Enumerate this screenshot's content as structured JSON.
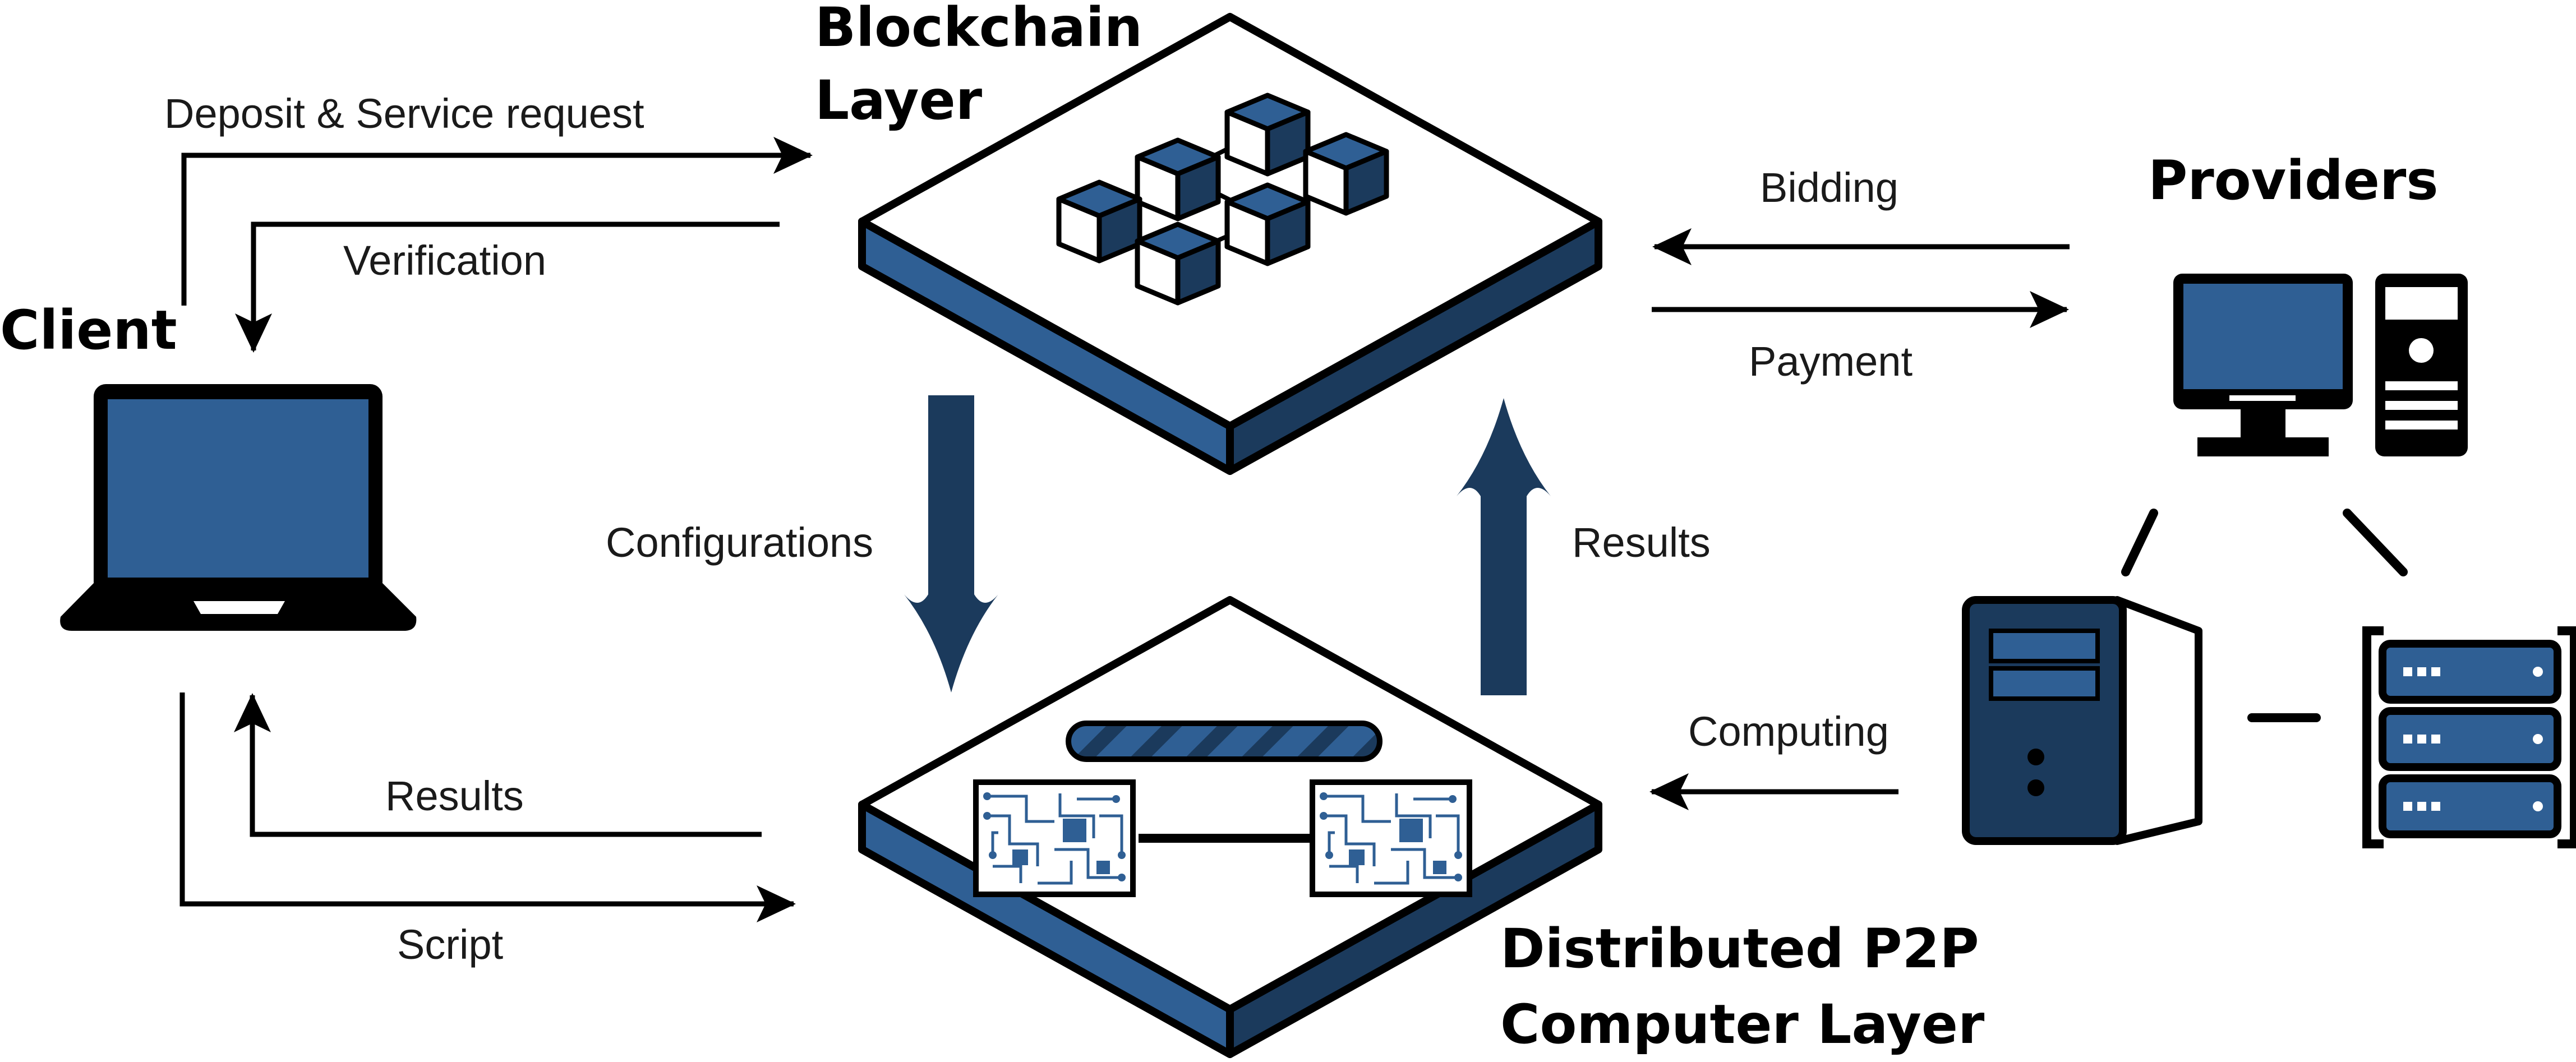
{
  "titles": {
    "blockchain_line1": "Blockchain",
    "blockchain_line2": "Layer",
    "client": "Client",
    "providers": "Providers",
    "p2p_line1": "Distributed P2P",
    "p2p_line2": "Computer Layer"
  },
  "labels": {
    "deposit": "Deposit & Service request",
    "verification": "Verification",
    "configurations": "Configurations",
    "results_up": "Results",
    "bidding": "Bidding",
    "payment": "Payment",
    "computing": "Computing",
    "results_client": "Results",
    "script": "Script"
  },
  "icons": {
    "client": "laptop-icon",
    "providers": [
      "desktop-computer-icon",
      "tower-server-icon",
      "rack-server-icon"
    ],
    "blockchain": "cube-network-icon",
    "p2p": "circuit-board-icon"
  },
  "colors": {
    "accent": "#2f5f94",
    "dark": "#1b3a5c",
    "line": "#000000"
  }
}
